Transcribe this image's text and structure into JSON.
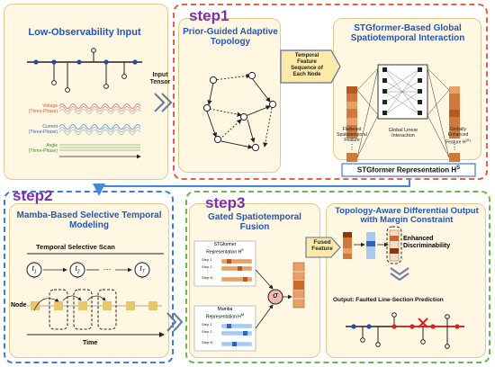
{
  "colors": {
    "orange_dash": "#e8613a",
    "blue_dash": "#3b7fd0",
    "green_dash": "#6db84a",
    "title_blue": "#2555b8",
    "step_purple": "#7a2fb0",
    "panel_fill": "#fff7e2",
    "cell_orange": "#c96a2b",
    "cell_blue": "#4d8fd6",
    "fault_red": "#e02020"
  },
  "input_panel": {
    "title": "Low-Observability Input",
    "voltage_label": "Voltage\n(Three-Phase)",
    "current_label": "Current\n(Three-Phase)",
    "angle_label": "Angle\n(Three-Phase)",
    "tensor_label": "Input\nTensor"
  },
  "step1": {
    "label": "step1",
    "topology_title": "Prior-Guided Adaptive Topology",
    "sequence_label": "Temporal\nFeature\nSequence of\nEach Node",
    "stgformer_title": "STGformer-Based Global Spatiotemporal Interaction",
    "flattened_label": "Flattened\nSpatiotemporal\nFeature",
    "global_linear_label": "Global Linear\nInteraction",
    "globally_enhanced_label": "Globally\nEnhanced\nFeature H",
    "globally_enhanced_sup": "(S)",
    "representation_label": "STGformer Representation H",
    "representation_sup": "S"
  },
  "step2": {
    "label": "step2",
    "title": "Mamba-Based Selective Temporal Modeling",
    "scan_label": "Temporal Selective Scan",
    "t1": "t",
    "t1_sub": "1",
    "t2": "t",
    "t2_sub": "2",
    "dots": "···",
    "tT": "t",
    "tT_sub": "T",
    "node_label": "Node",
    "time_label": "Time"
  },
  "step3": {
    "label": "step3",
    "title": "Gated Spatiotemporal Fusion",
    "stg_rep_label": "STGformer\nRepresentation H",
    "stg_rep_sup": "S",
    "mamba_rep_label": "Mamba\nRepresentation H",
    "mamba_rep_sup": "M",
    "step_rows": [
      "Step 1",
      "Step 2",
      "⋮",
      "Step N"
    ],
    "sigma": "σ"
  },
  "output_panel": {
    "title": "Topology-Aware Differential Output with Margin Constraint",
    "fused_feature": "Fused\nFeature",
    "enhanced_label": "Enhanced\nDiscriminability",
    "output_label": "Output: Faulted Line-Section Prediction"
  }
}
